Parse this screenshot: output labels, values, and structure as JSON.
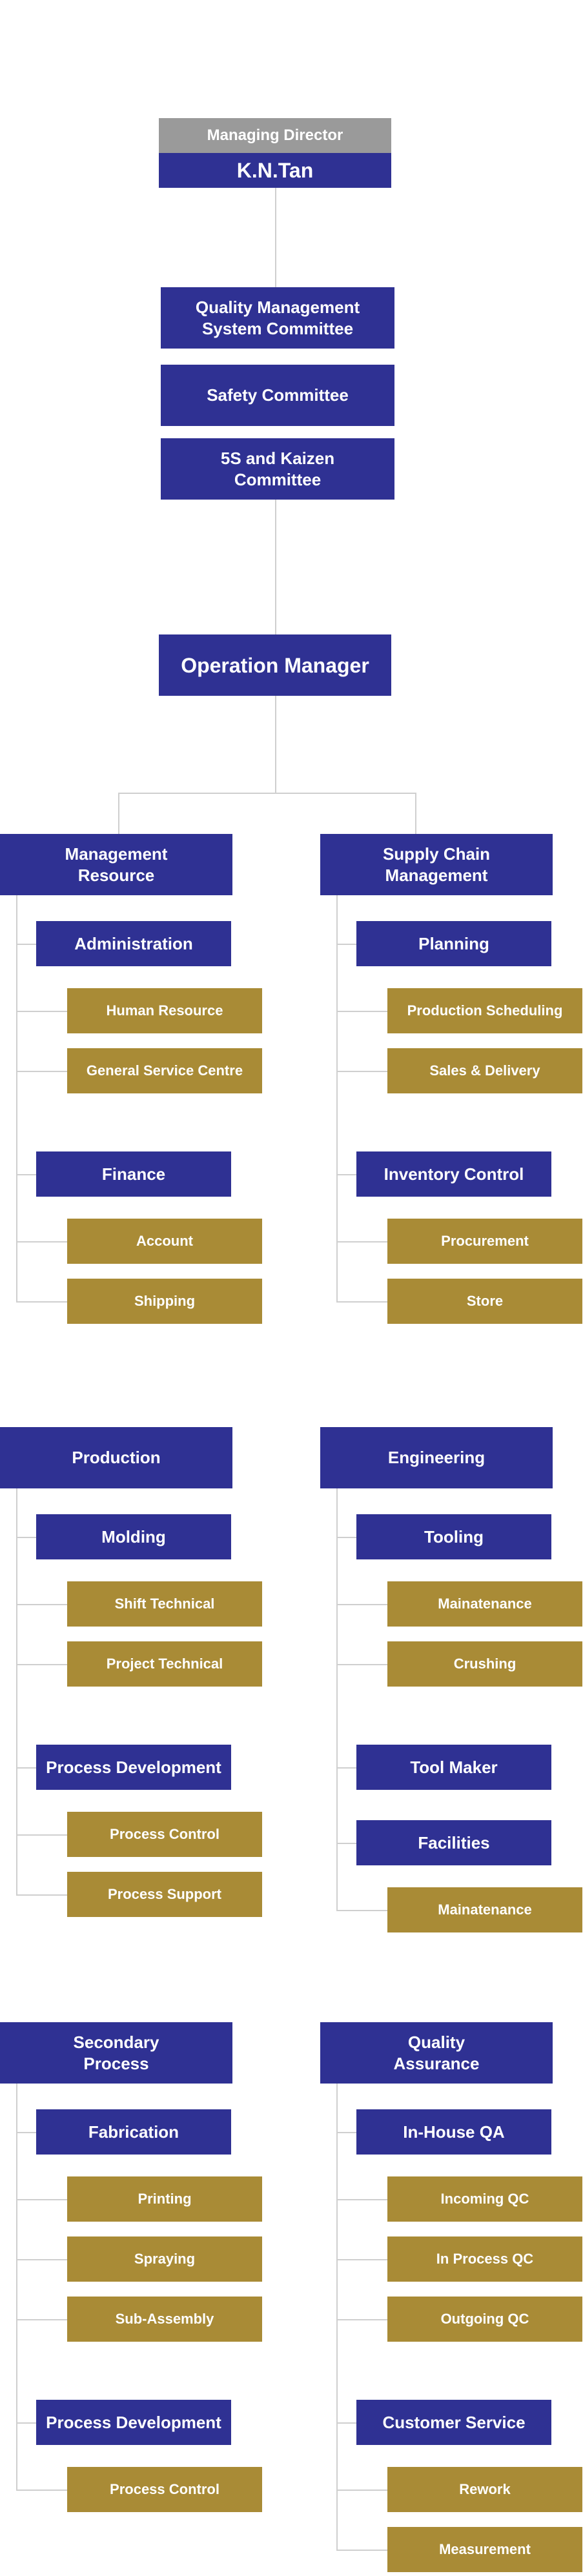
{
  "md": {
    "role": "Managing Director",
    "name": "K.N.Tan"
  },
  "committees": [
    "Quality Management\nSystem Committee",
    "Safety Committee",
    "5S and Kaizen\nCommittee"
  ],
  "operation_manager": "Operation Manager",
  "departments": [
    {
      "title": "Management\nResource",
      "groups": [
        {
          "head": "Administration",
          "items": [
            "Human Resource",
            "General Service Centre"
          ]
        },
        {
          "head": "Finance",
          "items": [
            "Account",
            "Shipping"
          ]
        }
      ]
    },
    {
      "title": "Supply Chain\nManagement",
      "groups": [
        {
          "head": "Planning",
          "items": [
            "Production Scheduling",
            "Sales & Delivery"
          ]
        },
        {
          "head": "Inventory Control",
          "items": [
            "Procurement",
            "Store"
          ]
        }
      ]
    },
    {
      "title": "Production",
      "groups": [
        {
          "head": "Molding",
          "items": [
            "Shift Technical",
            "Project Technical"
          ]
        },
        {
          "head": "Process Development",
          "items": [
            "Process Control",
            "Process Support"
          ]
        }
      ]
    },
    {
      "title": "Engineering",
      "groups": [
        {
          "head": "Tooling",
          "items": [
            "Mainatenance",
            "Crushing"
          ]
        },
        {
          "head": "Tool Maker",
          "items": []
        },
        {
          "head": "Facilities",
          "items": [
            "Mainatenance"
          ]
        }
      ]
    },
    {
      "title": "Secondary\nProcess",
      "groups": [
        {
          "head": "Fabrication",
          "items": [
            "Printing",
            "Spraying",
            "Sub-Assembly"
          ]
        },
        {
          "head": "Process Development",
          "items": [
            "Process Control"
          ]
        }
      ]
    },
    {
      "title": "Quality\nAssurance",
      "groups": [
        {
          "head": "In-House QA",
          "items": [
            "Incoming QC",
            "In Process QC",
            "Outgoing QC"
          ]
        },
        {
          "head": "Customer Service",
          "items": [
            "Rework",
            "Measurement"
          ]
        }
      ]
    }
  ]
}
